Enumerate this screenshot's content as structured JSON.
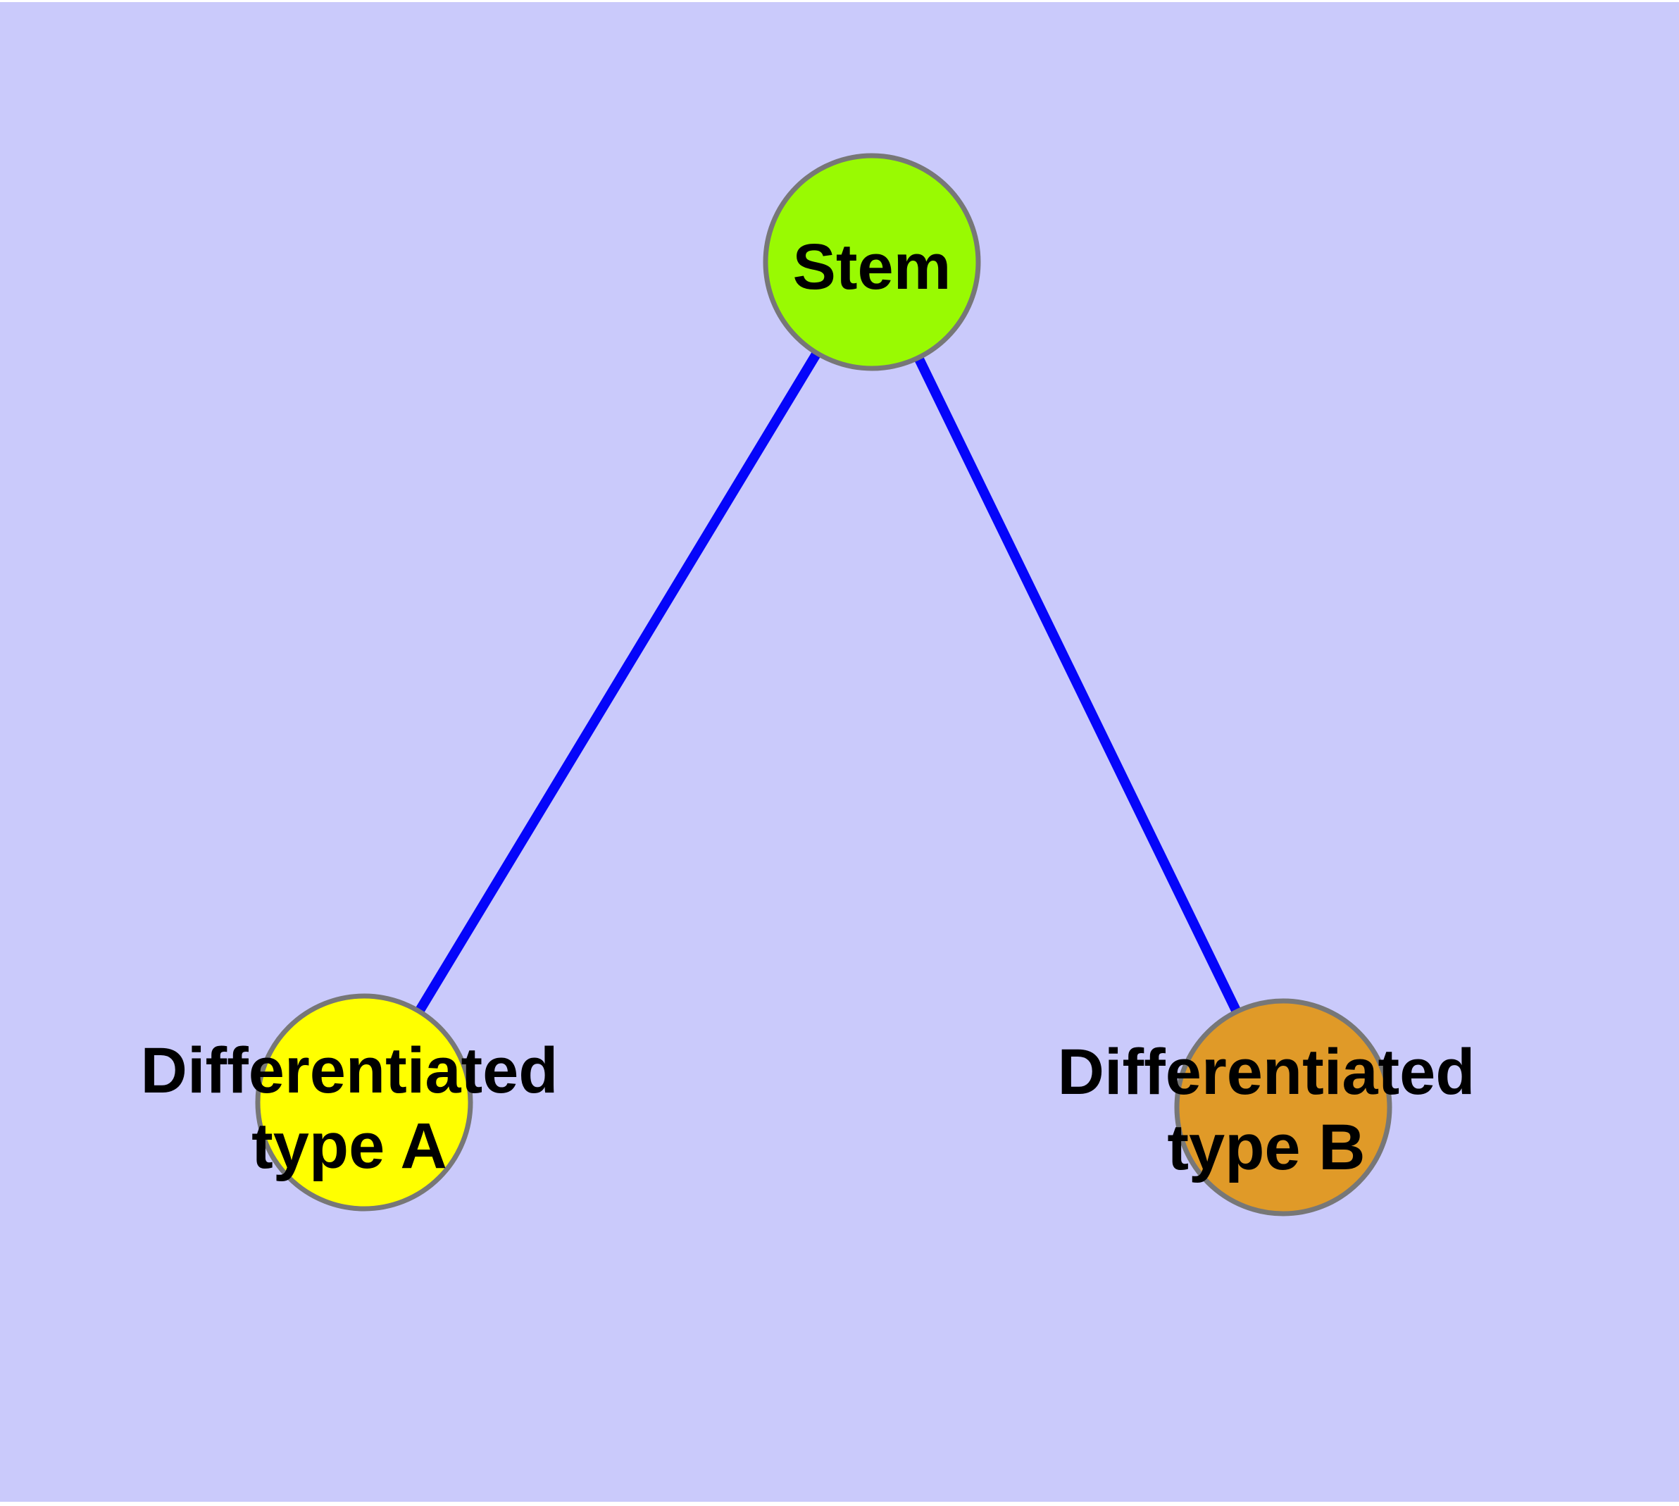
{
  "diagram": {
    "background": {
      "canvas_color": "#CACAFB",
      "margin_color": "#FFFFFF"
    },
    "edge_style": {
      "color": "#0505FA"
    },
    "node_style": {
      "border_color": "#777777"
    },
    "label_style": {
      "text_color": "#000000"
    },
    "nodes": {
      "stem": {
        "label": "Stem",
        "fill_color": "#99FA02"
      },
      "type_a": {
        "label_line1": "Differentiated",
        "label_line2": "type A",
        "fill_color": "#FFFF00"
      },
      "type_b": {
        "label_line1": "Differentiated",
        "label_line2": "type B",
        "fill_color": "#E09A28"
      }
    },
    "edges": [
      {
        "from": "Stem",
        "to": "Differentiated type A"
      },
      {
        "from": "Stem",
        "to": "Differentiated type B"
      }
    ]
  }
}
